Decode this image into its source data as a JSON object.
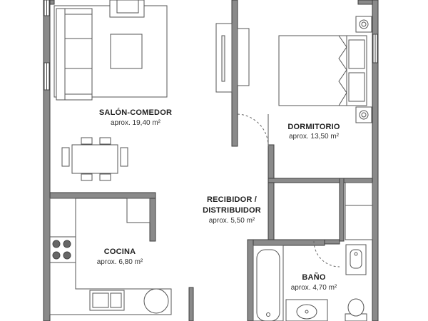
{
  "rooms": {
    "salon": {
      "name": "SALÓN-COMEDOR",
      "area": "aprox. 19,40 m²"
    },
    "dormitorio": {
      "name": "DORMITORIO",
      "area": "aprox. 13,50 m²"
    },
    "recibidor": {
      "name_line1": "RECIBIDOR /",
      "name_line2": "DISTRIBUIDOR",
      "area": "aprox. 5,50 m²"
    },
    "cocina": {
      "name": "COCINA",
      "area": "aprox. 6,80 m²"
    },
    "bano": {
      "name": "BAÑO",
      "area": "aprox. 4,70 m²"
    }
  },
  "colors": {
    "wall": "#8a8a8a",
    "wall_outline": "#3c3c3c",
    "furniture_line": "#555555",
    "background": "#ffffff"
  }
}
